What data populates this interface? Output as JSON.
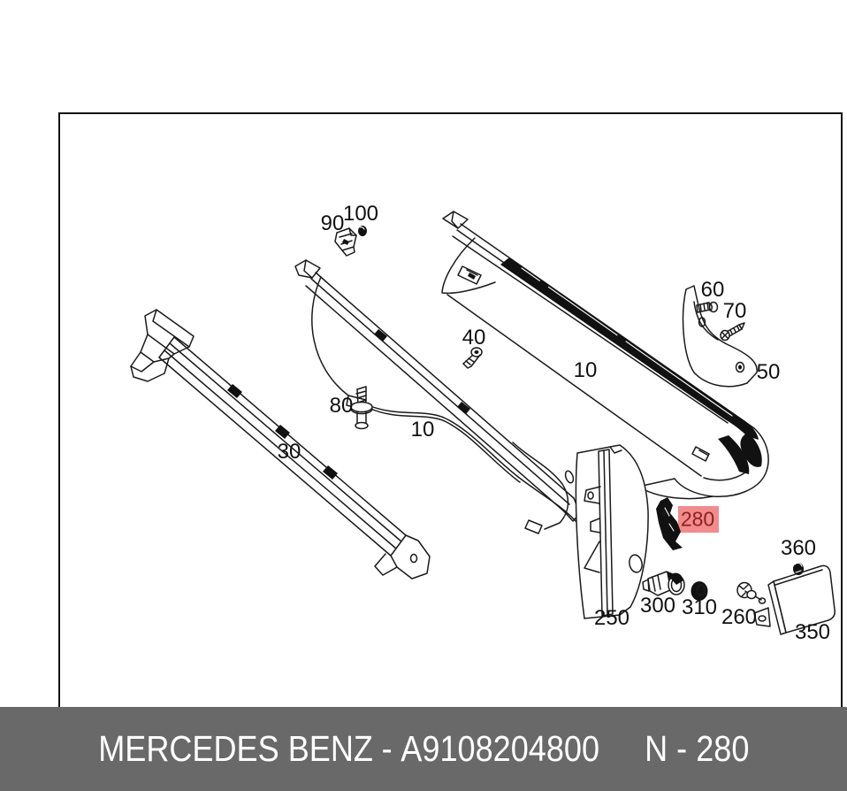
{
  "frame": {
    "border_color": "#111111"
  },
  "diagram": {
    "line_color": "#1a1a1a",
    "part_labels": [
      {
        "part": "90",
        "text": "90"
      },
      {
        "part": "100",
        "text": "100"
      },
      {
        "part": "60",
        "text": "60"
      },
      {
        "part": "70",
        "text": "70"
      },
      {
        "part": "50",
        "text": "50"
      },
      {
        "part": "40",
        "text": "40"
      },
      {
        "part": "10-bumper",
        "text": "10"
      },
      {
        "part": "80",
        "text": "80"
      },
      {
        "part": "10-carrier",
        "text": "10"
      },
      {
        "part": "30",
        "text": "30"
      },
      {
        "part": "250",
        "text": "250"
      },
      {
        "part": "300",
        "text": "300"
      },
      {
        "part": "310",
        "text": "310"
      },
      {
        "part": "260",
        "text": "260"
      },
      {
        "part": "360",
        "text": "360"
      },
      {
        "part": "350",
        "text": "350"
      }
    ],
    "highlight": {
      "text": "280",
      "box_color": "#f28b8c",
      "text_color": "#8b2123"
    }
  },
  "footer": {
    "brand": "MERCEDES BENZ",
    "separator": "-",
    "part_number": "A9108204800",
    "reference": "N - 280",
    "background": "#696969",
    "text_color": "#ffffff"
  }
}
